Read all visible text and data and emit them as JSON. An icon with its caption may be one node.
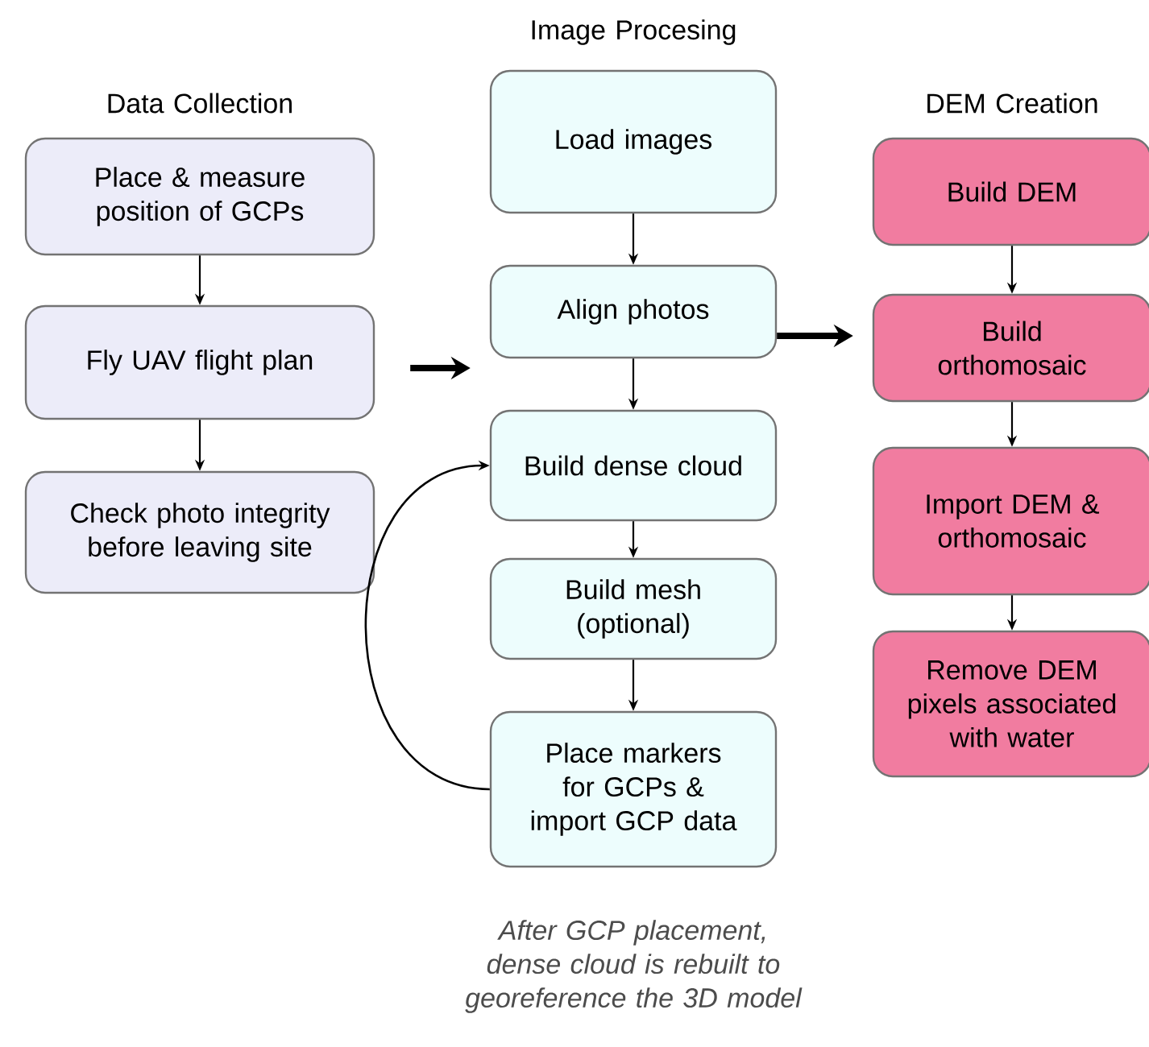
{
  "diagram": {
    "nodes": [
      {
        "text": [
          "Place & measure position of GCPs"
        ]
      },
      {
        "text": [
          "Fly UAV flight plan"
        ]
      },
      {
        "text": [
          "Check photo integrity before leaving site"
        ]
      },
      {
        "text": [
          "Load images"
        ]
      },
      {
        "text": [
          "Align photos"
        ]
      },
      {
        "text": [
          "Build dense cloud"
        ]
      },
      {
        "text": [
          "Build mesh (optional)"
        ]
      },
      {
        "text": [
          "Place markers for GCPs & import GCP data"
        ]
      },
      {
        "text": [
          "Build DEM"
        ]
      },
      {
        "text": [
          "Build orthomosaic"
        ]
      },
      {
        "text": [
          "Import DEM & orthomosaic"
        ]
      },
      {
        "text": [
          "Remove DEM pixels associated with water"
        ]
      }
    ],
    "edges": [
      {
        "from": 0,
        "to": 1,
        "arrow": "to"
      },
      {
        "from": 1,
        "to": 2,
        "arrow": "to"
      },
      {
        "from": 3,
        "to": 4,
        "arrow": "to"
      },
      {
        "from": 4,
        "to": 5,
        "arrow": "to"
      },
      {
        "from": 5,
        "to": 6,
        "arrow": "to"
      },
      {
        "from": 6,
        "to": 7,
        "arrow": "to"
      },
      {
        "from": 7,
        "to": 5,
        "arrow": "to"
      },
      {
        "from": 8,
        "to": 9,
        "arrow": "to"
      },
      {
        "from": 9,
        "to": 10,
        "arrow": "to"
      },
      {
        "from": 10,
        "to": 11,
        "arrow": "to"
      },
      {
        "from": 1,
        "to": 4,
        "arrow": "to",
        "style": "thick"
      },
      {
        "from": 4,
        "to": 9,
        "arrow": "to",
        "style": "thick"
      }
    ],
    "labels": [
      "Image Procesing",
      "Data Collection",
      "DEM Creation",
      "After GCP placement, dense cloud is rebuilt to georeference the 3D model"
    ]
  }
}
